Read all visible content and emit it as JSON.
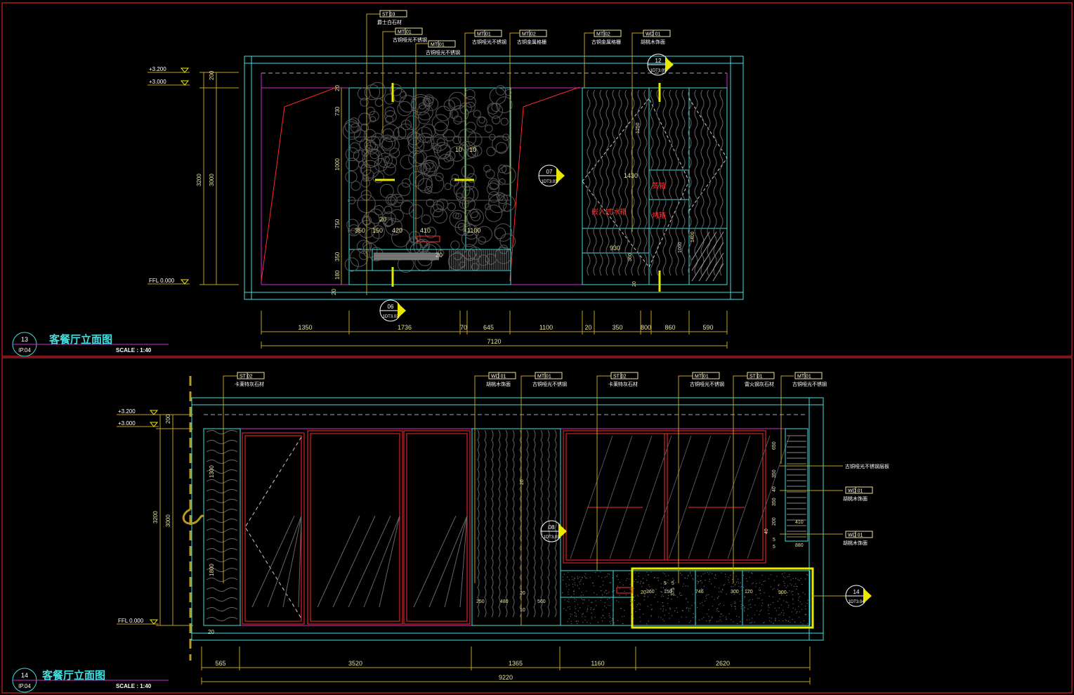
{
  "colors": {
    "background": "#000000",
    "frame_red": "#ff2a2a",
    "cyan": "#3fe0e0",
    "yellow": "#e8e800",
    "magenta": "#d02cd0",
    "white": "#ffffff",
    "dim": "#8a8a8a",
    "gold": "#b89a1e"
  },
  "top": {
    "title_number": "13",
    "title_ref": "IP.04",
    "title": "客餐厅立面图",
    "scale": "SCALE :   1:40",
    "levels": [
      "+3.200",
      "+3.000",
      "FFL 0.000"
    ],
    "left_dims": [
      "200",
      "3200",
      "3000"
    ],
    "inner_dims": [
      "730",
      "1000",
      "750",
      "350",
      "180",
      "20",
      "20"
    ],
    "tags": [
      {
        "code": "ST  03",
        "text": "爵士白石材"
      },
      {
        "code": "MT  01",
        "text": "古铜哑光不锈钢"
      },
      {
        "code": "MT  01",
        "text": "古铜哑光不锈钢"
      },
      {
        "code": "MT  01",
        "text": "古铜哑光不锈钢"
      },
      {
        "code": "MT  02",
        "text": "古铜金属格栅"
      },
      {
        "code": "MT  02",
        "text": "古铜金属格栅"
      },
      {
        "code": "WD  01",
        "text": "胡桃木饰面"
      }
    ],
    "callouts": [
      {
        "num": "12",
        "ref": "1DT3.05"
      },
      {
        "num": "07",
        "ref": "1DT3.03"
      },
      {
        "num": "06",
        "ref": "1DT3.02"
      }
    ],
    "bottom_dims": [
      "1350",
      "1736",
      "70",
      "645",
      "1100",
      "20",
      "350",
      "800",
      "860",
      "590"
    ],
    "total": "7120",
    "inner_labels": [
      "350",
      "150",
      "420",
      "410",
      "1100",
      "20",
      "10",
      "10",
      "20",
      "1250",
      "1430",
      "930",
      "1000",
      "1400",
      "360",
      "20"
    ],
    "red_labels": [
      "嵌入式冰箱",
      "蒸箱",
      "烤箱"
    ]
  },
  "bottom": {
    "title_number": "14",
    "title_ref": "IP.04",
    "title": "客餐厅立面图",
    "scale": "SCALE :   1:40",
    "levels": [
      "+3.200",
      "+3.000",
      "FFL 0.000"
    ],
    "left_dims": [
      "200",
      "3200",
      "3000",
      "1300",
      "1800",
      "20"
    ],
    "tags": [
      {
        "code": "ST  02",
        "text": "卡莱特灰石材"
      },
      {
        "code": "WD  01",
        "text": "胡桃木饰面"
      },
      {
        "code": "MT  01",
        "text": "古铜哑光不锈钢"
      },
      {
        "code": "ST  02",
        "text": "卡莱特灰石材"
      },
      {
        "code": "MT  01",
        "text": "古铜哑光不锈钢"
      },
      {
        "code": "ST  01",
        "text": "雷火钢灰石材"
      },
      {
        "code": "MT  01",
        "text": "古铜哑光不锈钢"
      }
    ],
    "right_tags": [
      {
        "code": "",
        "text": "古铜哑光不锈钢层板"
      },
      {
        "code": "WD  01",
        "text": "胡桃木饰面"
      },
      {
        "code": "WD  01",
        "text": "胡桃木饰面"
      }
    ],
    "callouts": [
      {
        "num": "08",
        "ref": "1DT3.03"
      },
      {
        "num": "14",
        "ref": "1DT3.04"
      }
    ],
    "bottom_dims": [
      "565",
      "3520",
      "1365",
      "1160",
      "2620"
    ],
    "total": "9220",
    "inner_labels": [
      "250",
      "480",
      "20",
      "560",
      "10",
      "20",
      "260",
      "150",
      "5",
      "5",
      "375",
      "746",
      "300",
      "120",
      "900",
      "20",
      "650",
      "350",
      "40",
      "350",
      "200",
      "410",
      "40",
      "880",
      "5",
      "5"
    ]
  }
}
